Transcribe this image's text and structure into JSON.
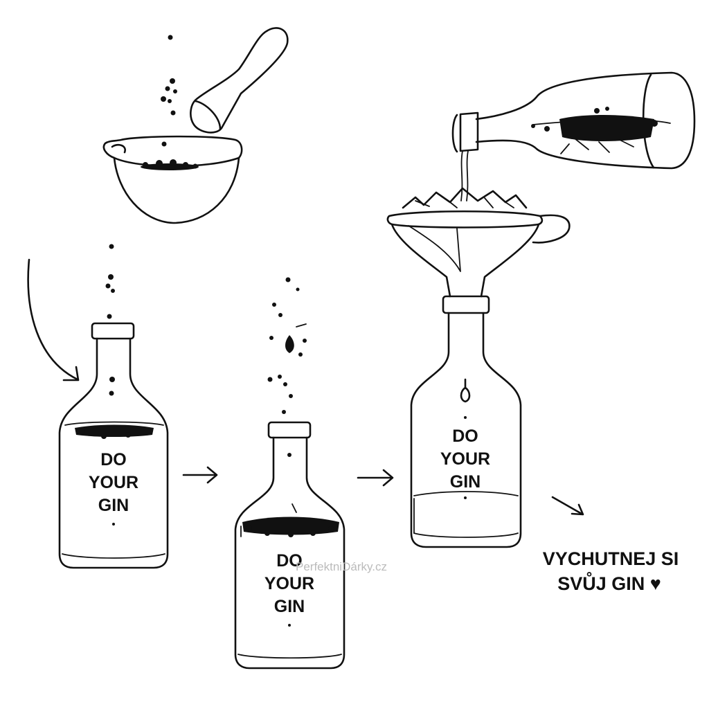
{
  "bottle_label": {
    "line1": "DO",
    "line2": "YOUR",
    "line3": "GIN"
  },
  "caption": {
    "line1": "VYCHUTNEJ SI",
    "line2": "SVŮJ GIN ♥"
  },
  "watermark": "PerfektniDárky.cz",
  "colors": {
    "ink": "#111111",
    "background": "#ffffff",
    "watermark": "#bbbbbb"
  }
}
